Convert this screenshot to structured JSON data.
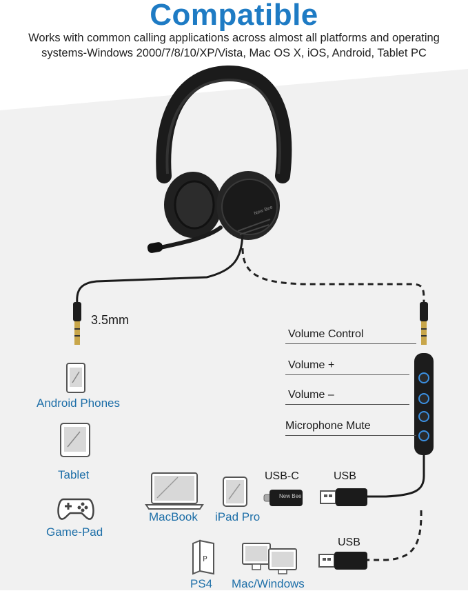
{
  "header": {
    "title": "Compatible",
    "subtitle": "Works with common calling applications across almost all platforms and operating systems-Windows 2000/7/8/10/XP/Vista, Mac OS X, iOS, Android, Tablet PC"
  },
  "jack_label": "3.5mm",
  "headset_brand": "New Bee",
  "adapter_brand": "New Bee",
  "controls": {
    "volume_control": "Volume Control",
    "volume_up": "Volume +",
    "volume_down": "Volume –",
    "mic_mute": "Microphone Mute"
  },
  "devices": {
    "android": "Android Phones",
    "tablet": "Tablet",
    "gamepad": "Game-Pad",
    "macbook": "MacBook",
    "ipad": "iPad Pro",
    "ps4": "PS4",
    "mac_windows": "Mac/Windows"
  },
  "connectors": {
    "usb_c": "USB-C",
    "usb_top": "USB",
    "usb_bottom": "USB"
  },
  "colors": {
    "title": "#1e7bc4",
    "device_label": "#1e6fa8",
    "background_panel": "#f1f1f1",
    "button_glow": "#3b8fe0"
  }
}
